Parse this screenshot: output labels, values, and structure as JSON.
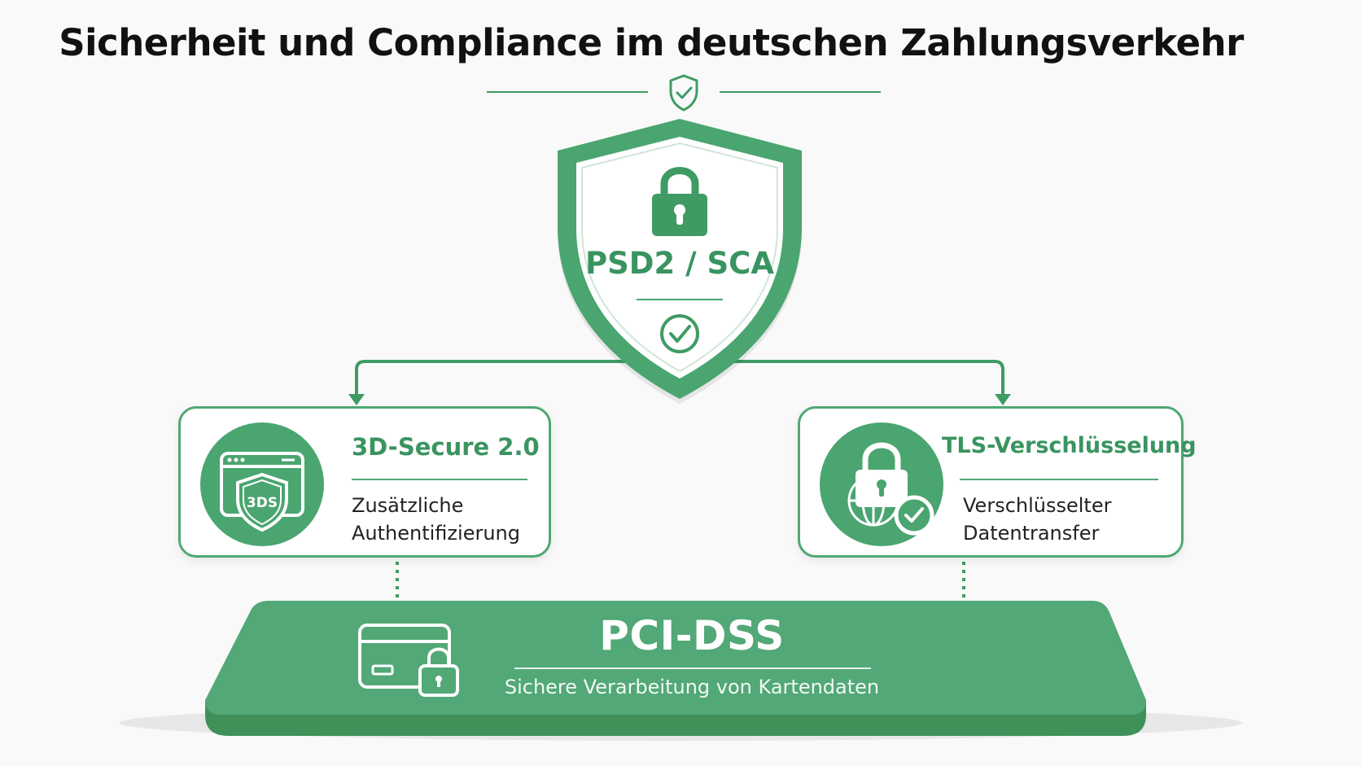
{
  "title": "Sicherheit und Compliance im deutschen Zahlungsverkehr",
  "colors": {
    "accent": "#4aa570",
    "accent_dark": "#3a9460",
    "base_fill": "#52a877",
    "background": "#f9f9f9"
  },
  "top_shield": {
    "label": "PSD2 / SCA",
    "icons": [
      "padlock-icon",
      "check-circle-icon"
    ]
  },
  "cards": [
    {
      "title": "3D-Secure 2.0",
      "desc_line1": "Zusätzliche",
      "desc_line2": "Authentifizierung",
      "icon": "browser-shield-icon",
      "icon_text": "3DS"
    },
    {
      "title": "TLS-Verschlüsselung",
      "desc_line1": "Verschlüsselter",
      "desc_line2": "Datentransfer",
      "icon": "padlock-globe-check-icon"
    }
  ],
  "base": {
    "label": "PCI-DSS",
    "subtitle": "Sichere Verarbeitung von Kartendaten",
    "icon": "card-lock-icon"
  }
}
